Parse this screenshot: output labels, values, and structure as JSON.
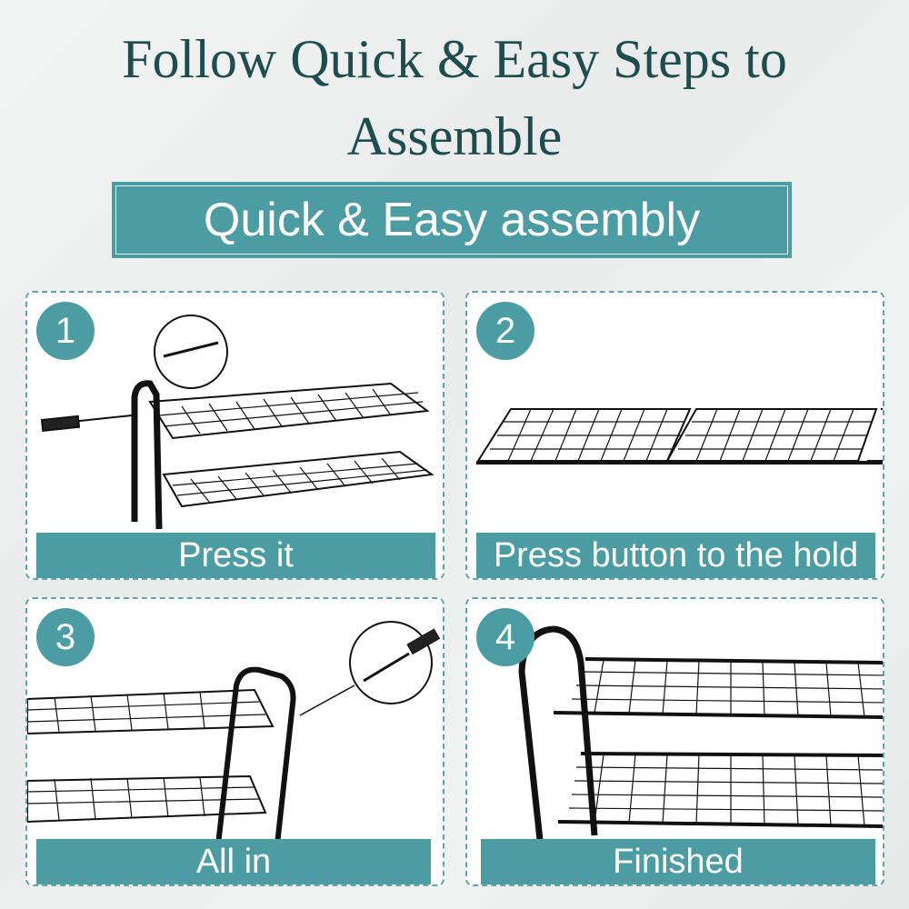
{
  "title": {
    "line1": "Follow Quick & Easy Steps to",
    "line2": "Assemble"
  },
  "banner": "Quick & Easy assembly",
  "steps": [
    {
      "number": "1",
      "caption": "Press it"
    },
    {
      "number": "2",
      "caption": "Press button to the hold"
    },
    {
      "number": "3",
      "caption": "All in"
    },
    {
      "number": "4",
      "caption": "Finished"
    }
  ],
  "colors": {
    "accent": "#4c9da3",
    "title": "#1e4d4f"
  }
}
